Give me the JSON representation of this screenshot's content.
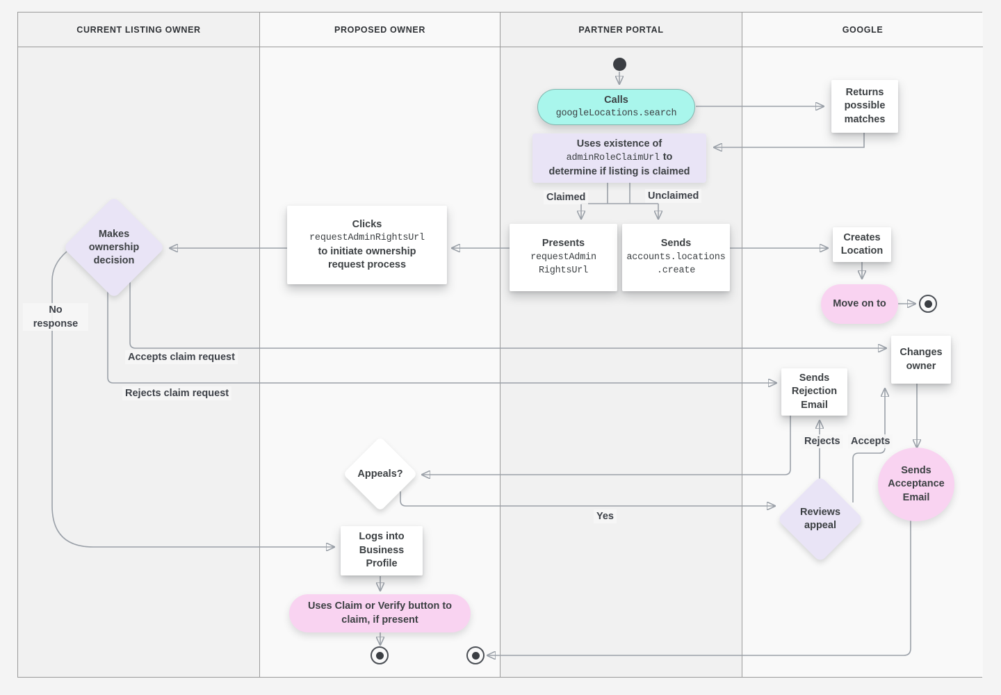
{
  "lanes": [
    {
      "label": "CURRENT LISTING OWNER"
    },
    {
      "label": "PROPOSED OWNER"
    },
    {
      "label": "PARTNER PORTAL"
    },
    {
      "label": "GOOGLE"
    }
  ],
  "nodes": {
    "calls": {
      "title": "Calls",
      "code": "googleLocations.search"
    },
    "returns_matches": {
      "label": "Returns possible matches"
    },
    "uses_existence": {
      "line1": "Uses existence of",
      "code": "adminRoleClaimUrl",
      "line2_suffix": "to",
      "line3": "determine if listing is claimed"
    },
    "presents": {
      "title": "Presents",
      "code_line1": "requestAdmin",
      "code_line2": "RightsUrl"
    },
    "sends_create": {
      "title": "Sends",
      "code_line1": "accounts.locations",
      "code_line2": ".create"
    },
    "clicks": {
      "title": "Clicks",
      "code": "requestAdminRightsUrl",
      "line3": "to initiate ownership",
      "line4": "request process"
    },
    "makes_decision": {
      "label": "Makes ownership decision"
    },
    "creates_location": {
      "label": "Creates Location"
    },
    "move_on": {
      "label": "Move on to"
    },
    "changes_owner": {
      "label": "Changes owner"
    },
    "sends_rejection": {
      "label": "Sends Rejection Email"
    },
    "appeals": {
      "label": "Appeals?"
    },
    "reviews_appeal": {
      "label": "Reviews appeal"
    },
    "sends_acceptance": {
      "label": "Sends Acceptance Email"
    },
    "logs_in": {
      "label": "Logs into Business Profile"
    },
    "claim_verify": {
      "label": "Uses Claim or Verify button to claim, if present"
    }
  },
  "edge_labels": {
    "claimed": "Claimed",
    "unclaimed": "Unclaimed",
    "no_response": "No response",
    "accepts_claim": "Accepts claim request",
    "rejects_claim": "Rejects claim request",
    "rejects": "Rejects",
    "accepts": "Accepts",
    "yes": "Yes"
  },
  "colors": {
    "teal": "#a9f6ec",
    "lavender": "#e9e4f6",
    "pink": "#f9d3f1",
    "node_white": "#ffffff",
    "lane_dark": "#f1f1f1",
    "lane_light": "#f9f9f9",
    "border": "#9a9a9a",
    "line": "#9aa0a8",
    "arrowhead": "#71777f",
    "text": "#3c4043"
  }
}
